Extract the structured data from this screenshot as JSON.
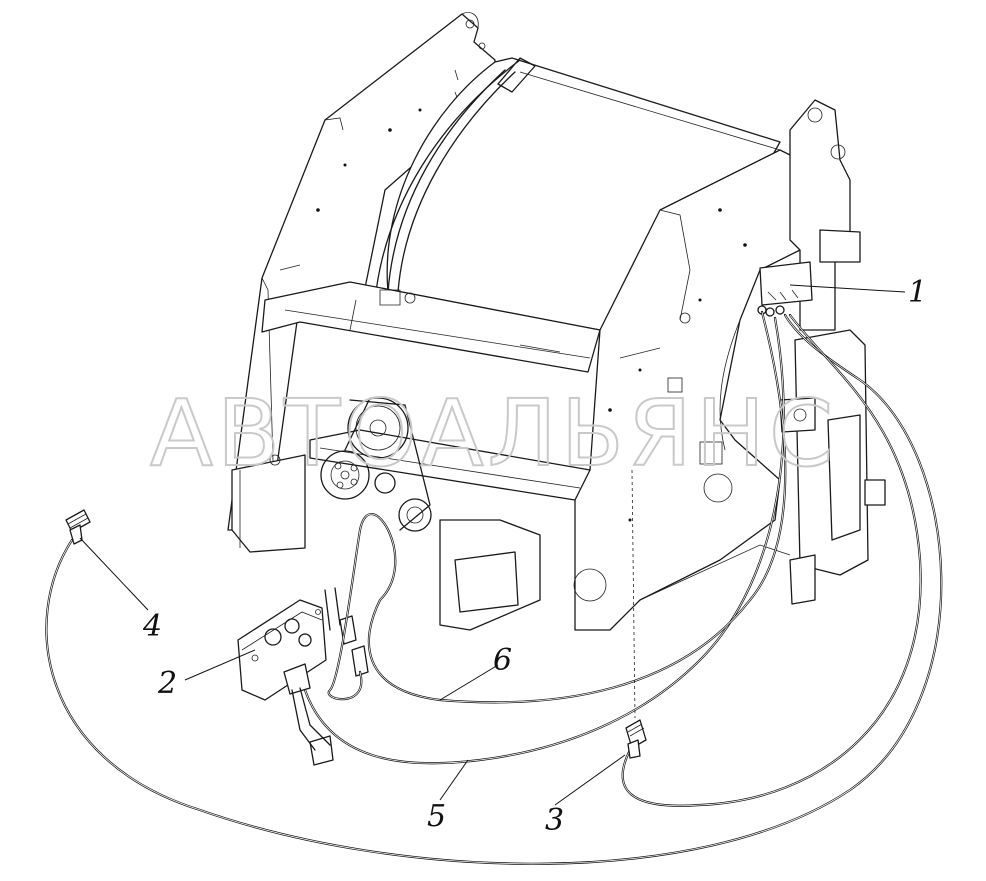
{
  "callouts": [
    {
      "id": "1",
      "label": "1"
    },
    {
      "id": "2",
      "label": "2"
    },
    {
      "id": "3",
      "label": "3"
    },
    {
      "id": "4",
      "label": "4"
    },
    {
      "id": "5",
      "label": "5"
    },
    {
      "id": "6",
      "label": "6"
    }
  ],
  "watermark": "АВТОАЛЬЯНС"
}
